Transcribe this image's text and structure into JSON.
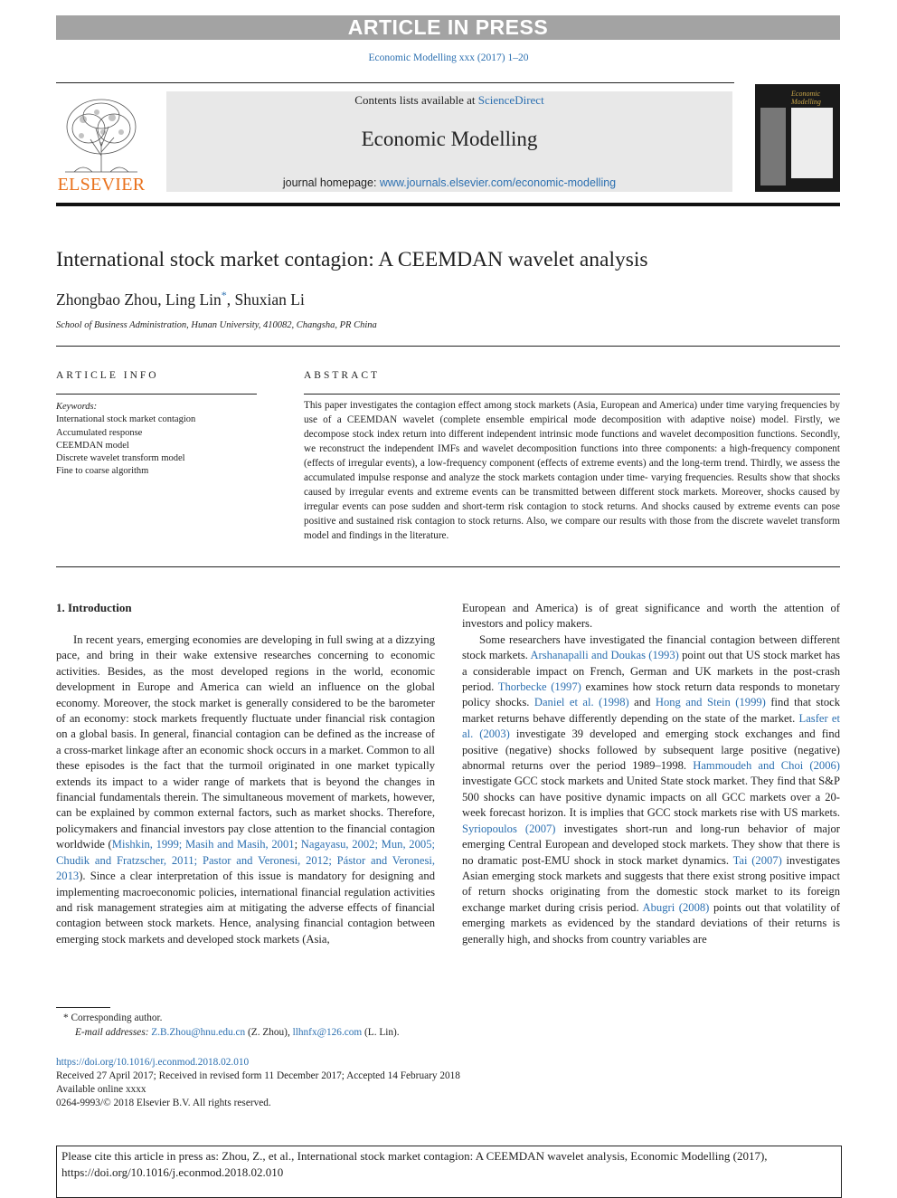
{
  "banner": "ARTICLE IN PRESS",
  "journal_ref": "Economic Modelling xxx (2017) 1–20",
  "header": {
    "contents_prefix": "Contents lists available at ",
    "contents_link": "ScienceDirect",
    "journal_name": "Economic Modelling",
    "homepage_prefix": "journal homepage: ",
    "homepage_link": "www.journals.elsevier.com/economic-modelling",
    "publisher": "ELSEVIER",
    "cover_title": "Economic Modelling"
  },
  "article": {
    "title": "International stock market contagion: A CEEMDAN wavelet analysis",
    "authors_part1": "Zhongbao Zhou, Ling Lin",
    "author_mark": "*",
    "authors_part2": ", Shuxian Li",
    "affiliation": "School of Business Administration, Hunan University, 410082, Changsha, PR China"
  },
  "article_info": {
    "heading": "ARTICLE INFO",
    "keywords_label": "Keywords:",
    "keywords": [
      "International stock market contagion",
      "Accumulated response",
      "CEEMDAN model",
      "Discrete wavelet transform model",
      "Fine to coarse algorithm"
    ]
  },
  "abstract": {
    "heading": "ABSTRACT",
    "text": "This paper investigates the contagion effect among stock markets (Asia, European and America) under time varying frequencies by use of a CEEMDAN wavelet (complete ensemble empirical mode decomposition with adaptive noise) model. Firstly, we decompose stock index return into different independent intrinsic mode functions and wavelet decomposition functions. Secondly, we reconstruct the independent IMFs and wavelet decomposition functions into three components: a high-frequency component (effects of irregular events), a low-frequency component (effects of extreme events) and the long-term trend. Thirdly, we assess the accumulated impulse response and analyze the stock markets contagion under time- varying frequencies. Results show that shocks caused by irregular events and extreme events can be transmitted between different stock markets. Moreover, shocks caused by irregular events can pose sudden and short-term risk contagion to stock returns. And shocks caused by extreme events can pose positive and sustained risk contagion to stock returns. Also, we compare our results with those from the discrete wavelet transform model and findings in the literature."
  },
  "intro": {
    "heading": "1.   Introduction",
    "left_p1_a": "In recent years, emerging economies are developing in full swing at a dizzying pace, and bring in their wake extensive researches concerning to economic activities. Besides, as the most developed regions in the world, economic development in Europe and America can wield an influence on the global economy. Moreover, the stock market is generally considered to be the barometer of an economy: stock markets frequently fluctuate under financial risk contagion on a global basis. In general, financial contagion can be defined as the increase of a cross-market linkage after an economic shock occurs in a market. Common to all these episodes is the fact that the turmoil originated in one market typically extends its impact to a wider range of markets that is beyond the changes in financial fundamentals therein. The simultaneous movement of markets, however, can be explained by common external factors, such as market shocks. Therefore, policymakers and financial investors pay close attention to the financial contagion worldwide (",
    "left_p1_cite1": "Mishkin, 1999; Masih and Masih, 2001",
    "left_p1_sep": "; ",
    "left_p1_cite2": "Nagayasu, 2002; Mun, 2005; Chudik and Fratzscher, 2011; Pastor and Veronesi, 2012; Pástor and Veronesi, 2013",
    "left_p1_b": "). Since a clear interpretation of this issue is mandatory for designing and implementing macroeconomic policies, international financial regulation activities and risk management strategies aim at mitigating the adverse effects of financial contagion between stock markets. Hence, analysing financial contagion between emerging stock markets and developed stock markets (Asia,",
    "right_p0": "European and America) is of great significance and worth the attention of investors and policy makers.",
    "r1": "Some researchers have investigated the financial contagion between different stock markets. ",
    "r1_c1": "Arshanapalli and Doukas (1993)",
    "r2": " point out that US stock market has a considerable impact on French, German and UK markets in the post-crash period. ",
    "r2_c": "Thorbecke (1997)",
    "r3": " examines how stock return data responds to monetary policy shocks. ",
    "r3_c": "Daniel et al. (1998)",
    "r3b": " and ",
    "r3_c2": "Hong and Stein (1999)",
    "r4": " find that stock market returns behave differently depending on the state of the market. ",
    "r4_c": "Lasfer et al. (2003)",
    "r5": " investigate 39 developed and emerging stock exchanges and find positive (negative) shocks followed by subsequent large positive (negative) abnormal returns over the period 1989–1998. ",
    "r5_c": "Hammoudeh and Choi (2006)",
    "r6": " investigate GCC stock markets and United State stock market. They find that S&P 500 shocks can have positive dynamic impacts on all GCC markets over a 20-week forecast horizon. It is implies that GCC stock markets rise with US markets. ",
    "r6_c": "Syriopoulos (2007)",
    "r7": " investigates short-run and long-run behavior of major emerging Central European and developed stock markets. They show that there is no dramatic post-EMU shock in stock market dynamics. ",
    "r7_c": "Tai (2007)",
    "r8": " investigates Asian emerging stock markets and suggests that there exist strong positive impact of return shocks originating from the domestic stock market to its foreign exchange market during crisis period. ",
    "r8_c": "Abugri (2008)",
    "r9": " points out that volatility of emerging markets as evidenced by the standard deviations of their returns is generally high, and shocks from country variables are"
  },
  "footnote": {
    "corresponding": "*   Corresponding author.",
    "email_label": "E-mail addresses: ",
    "email1": "Z.B.Zhou@hnu.edu.cn",
    "email1_who": " (Z. Zhou), ",
    "email2": "llhnfx@126.com",
    "email2_who": " (L. Lin)."
  },
  "meta": {
    "doi": "https://doi.org/10.1016/j.econmod.2018.02.010",
    "received": "Received 27 April 2017; Received in revised form 11 December 2017; Accepted 14 February 2018",
    "online": "Available online xxxx",
    "copyright": "0264-9993/© 2018 Elsevier B.V. All rights reserved."
  },
  "cite_box": "Please cite this article in press as: Zhou, Z., et al., International stock market contagion: A CEEMDAN wavelet analysis, Economic Modelling (2017), https://doi.org/10.1016/j.econmod.2018.02.010",
  "colors": {
    "link": "#2b6fb0",
    "banner": "#a3a3a3",
    "elsevier": "#e9711c",
    "header_band": "#e8e8e8"
  }
}
